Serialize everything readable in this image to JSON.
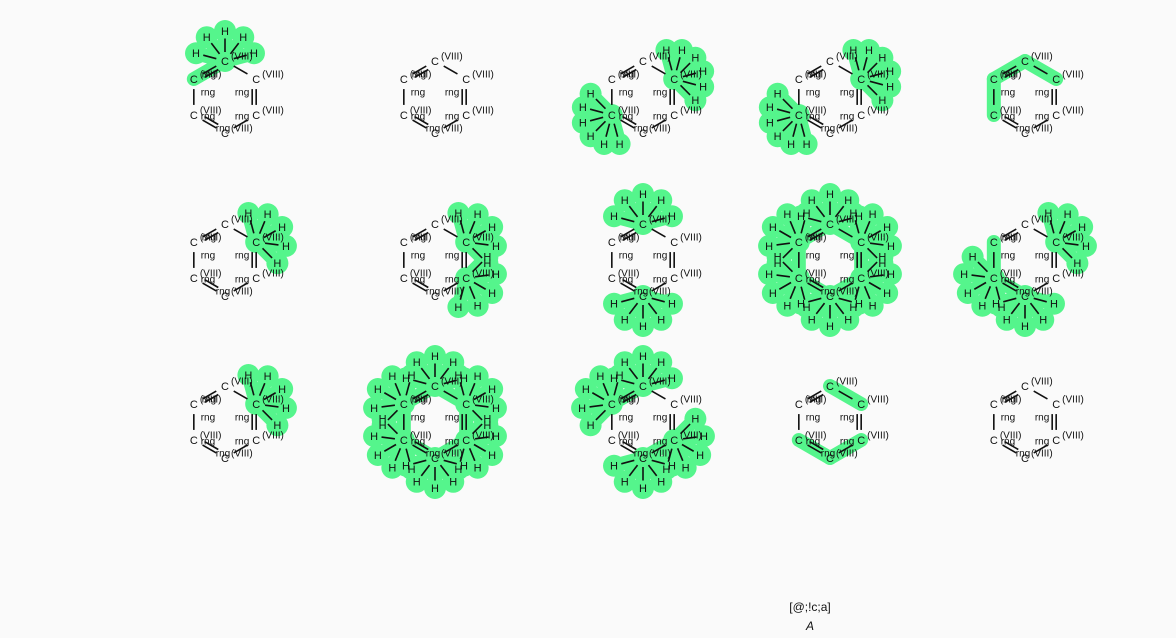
{
  "labels": {
    "carbon": "C",
    "hydrogen": "H",
    "ring_tag": "rng",
    "valence_tag": "(VIII)",
    "smarts": "[@;!c;a]",
    "pattern_name": "A"
  },
  "colors": {
    "highlight": "#55f58c",
    "bond": "#111111",
    "background": "#fafafa"
  },
  "molecules": [
    {
      "h": [
        {
          "atom": 0,
          "count": 5
        }
      ],
      "hl_bonds": [
        [
          0,
          5
        ]
      ]
    },
    {
      "h": [],
      "hl_bonds": []
    },
    {
      "h": [
        {
          "atom": 1,
          "count": 6
        },
        {
          "atom": 4,
          "count": 6
        }
      ],
      "hl_bonds": []
    },
    {
      "h": [
        {
          "atom": 1,
          "count": 6
        },
        {
          "atom": 4,
          "count": 6
        }
      ],
      "hl_bonds": []
    },
    {
      "h": [],
      "hl_bonds": [
        [
          0,
          5
        ],
        [
          0,
          1
        ],
        [
          4,
          5
        ]
      ]
    },
    {
      "h": [
        {
          "atom": 1,
          "count": 5
        }
      ],
      "hl_bonds": []
    },
    {
      "h": [
        {
          "atom": 1,
          "count": 5
        },
        {
          "atom": 2,
          "count": 5
        }
      ],
      "hl_bonds": []
    },
    {
      "h": [
        {
          "atom": 0,
          "count": 5
        },
        {
          "atom": 3,
          "count": 5
        }
      ],
      "hl_bonds": []
    },
    {
      "h": [
        {
          "atom": 0,
          "count": 5
        },
        {
          "atom": 1,
          "count": 5
        },
        {
          "atom": 2,
          "count": 5
        },
        {
          "atom": 3,
          "count": 5
        },
        {
          "atom": 4,
          "count": 5
        },
        {
          "atom": 5,
          "count": 5
        }
      ],
      "hl_bonds": [
        [
          0,
          1
        ],
        [
          1,
          2
        ],
        [
          2,
          3
        ],
        [
          3,
          4
        ],
        [
          4,
          5
        ],
        [
          5,
          0
        ]
      ]
    },
    {
      "h": [
        {
          "atom": 1,
          "count": 5
        },
        {
          "atom": 4,
          "count": 5
        },
        {
          "atom": 3,
          "count": 5
        }
      ],
      "hl_bonds": [
        [
          3,
          4
        ],
        [
          4,
          5
        ]
      ]
    },
    {
      "h": [
        {
          "atom": 1,
          "count": 5
        }
      ],
      "hl_bonds": []
    },
    {
      "h": [
        {
          "atom": 0,
          "count": 5
        },
        {
          "atom": 1,
          "count": 5
        },
        {
          "atom": 2,
          "count": 5
        },
        {
          "atom": 3,
          "count": 5
        },
        {
          "atom": 4,
          "count": 5
        },
        {
          "atom": 5,
          "count": 5
        }
      ],
      "hl_bonds": [
        [
          0,
          1
        ],
        [
          1,
          2
        ],
        [
          2,
          3
        ],
        [
          3,
          4
        ],
        [
          4,
          5
        ],
        [
          5,
          0
        ]
      ]
    },
    {
      "h": [
        {
          "atom": 0,
          "count": 5
        },
        {
          "atom": 2,
          "count": 5
        },
        {
          "atom": 3,
          "count": 5
        },
        {
          "atom": 5,
          "count": 5
        }
      ],
      "hl_bonds": [
        [
          2,
          3
        ],
        [
          5,
          0
        ]
      ]
    },
    {
      "h": [],
      "hl_bonds": [
        [
          0,
          1
        ],
        [
          2,
          3
        ],
        [
          3,
          4
        ]
      ]
    },
    {
      "h": [],
      "hl_bonds": []
    }
  ]
}
